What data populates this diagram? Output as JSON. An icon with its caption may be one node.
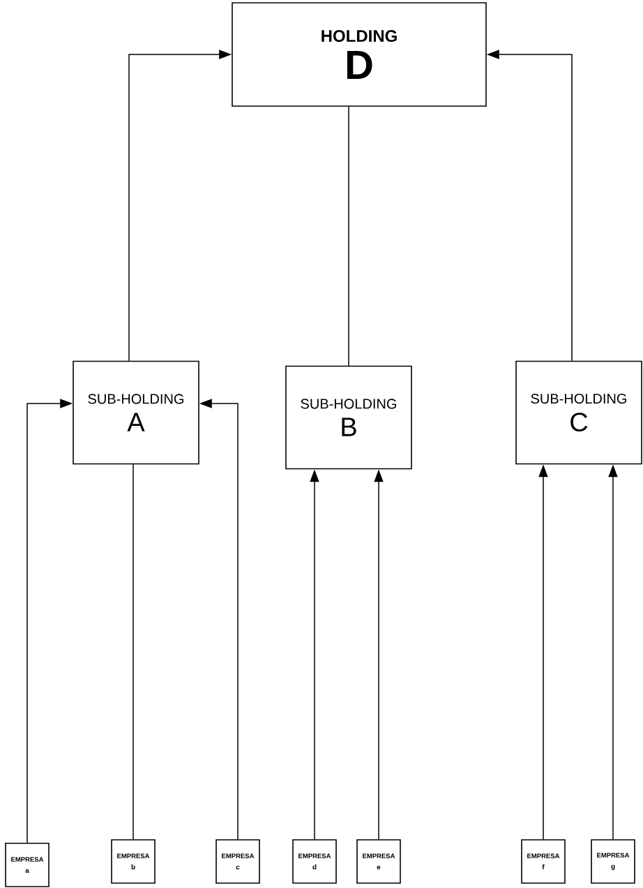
{
  "diagram": {
    "nodes": [
      {
        "text": [
          "HOLDING",
          "D"
        ]
      },
      {
        "text": [
          "SUB-HOLDING",
          "A"
        ]
      },
      {
        "text": [
          "SUB-HOLDING",
          "B"
        ]
      },
      {
        "text": [
          "SUB-HOLDING",
          "C"
        ]
      },
      {
        "text": [
          "EMPRESA",
          "a"
        ]
      },
      {
        "text": [
          "EMPRESA",
          "b"
        ]
      },
      {
        "text": [
          "EMPRESA",
          "c"
        ]
      },
      {
        "text": [
          "EMPRESA",
          "d"
        ]
      },
      {
        "text": [
          "EMPRESA",
          "e"
        ]
      },
      {
        "text": [
          "EMPRESA",
          "f"
        ]
      },
      {
        "text": [
          "EMPRESA",
          "g"
        ]
      }
    ],
    "edges": [
      {
        "from": 1,
        "to": 0,
        "arrow": "to"
      },
      {
        "from": 2,
        "to": 0,
        "arrow": "none"
      },
      {
        "from": 3,
        "to": 0,
        "arrow": "to"
      },
      {
        "from": 4,
        "to": 1,
        "arrow": "to"
      },
      {
        "from": 5,
        "to": 1,
        "arrow": "none"
      },
      {
        "from": 6,
        "to": 1,
        "arrow": "to"
      },
      {
        "from": 7,
        "to": 2,
        "arrow": "to"
      },
      {
        "from": 8,
        "to": 2,
        "arrow": "to"
      },
      {
        "from": 9,
        "to": 3,
        "arrow": "to"
      },
      {
        "from": 10,
        "to": 3,
        "arrow": "to"
      }
    ]
  }
}
